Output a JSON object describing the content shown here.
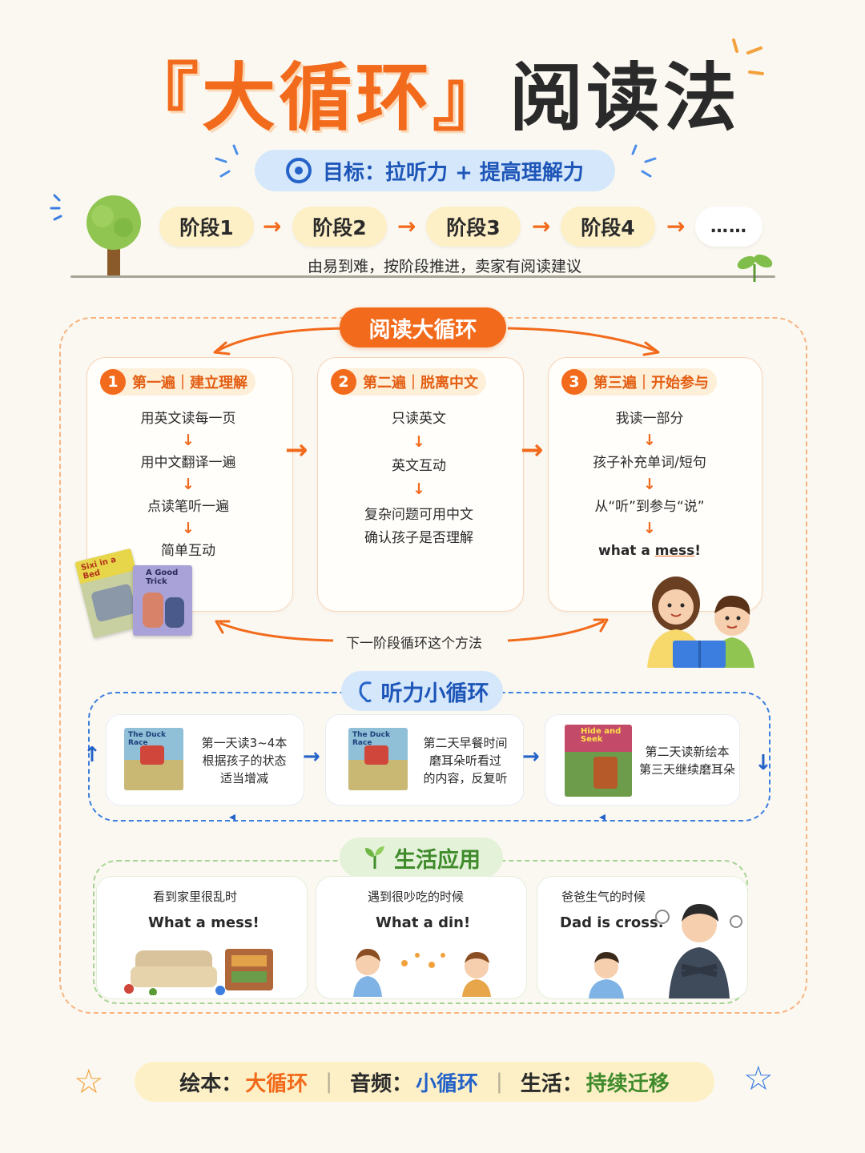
{
  "title": {
    "part1": "『大循环』",
    "part2": "阅读法"
  },
  "goal": {
    "label": "目标：拉听力 + 提高理解力"
  },
  "stages": {
    "items": [
      "阶段1",
      "阶段2",
      "阶段3",
      "阶段4"
    ],
    "more": "……",
    "arrow": "→",
    "note": "由易到难，按阶段推进，卖家有阅读建议"
  },
  "big_loop": {
    "title": "阅读大循环",
    "steps": [
      {
        "num": "1",
        "title": "第一遍｜建立理解",
        "items": [
          "用英文读每一页",
          "用中文翻译一遍",
          "点读笔听一遍",
          "简单互动"
        ]
      },
      {
        "num": "2",
        "title": "第二遍｜脱离中文",
        "items": [
          "只读英文",
          "英文互动",
          "复杂问题可用中文",
          "确认孩子是否理解"
        ]
      },
      {
        "num": "3",
        "title": "第三遍｜开始参与",
        "items": [
          "我读一部分",
          "孩子补充单词/短句",
          "从“听”到参与“说”",
          "what a mess!"
        ]
      }
    ],
    "down_arrow": "↓",
    "next_note": "下一阶段循环这个方法",
    "books": [
      "Sixi in a Bed",
      "A Good Trick"
    ]
  },
  "listening_loop": {
    "title": "听力小循环",
    "cards": [
      {
        "book": "The Duck Race",
        "lines": [
          "第一天读3~4本",
          "根据孩子的状态",
          "适当增减"
        ]
      },
      {
        "book": "The Duck Race",
        "lines": [
          "第二天早餐时间",
          "磨耳朵听看过",
          "的内容，反复听"
        ]
      },
      {
        "book": "Hide and Seek",
        "lines": [
          "第二天读新绘本",
          "第三天继续磨耳朵"
        ]
      }
    ]
  },
  "life": {
    "title": "生活应用",
    "cards": [
      {
        "scene": "看到家里很乱时",
        "phrase": "What a mess!"
      },
      {
        "scene": "遇到很吵吃的时候",
        "phrase": "What a din!"
      },
      {
        "scene": "爸爸生气的时候",
        "phrase": "Dad is cross."
      }
    ]
  },
  "summary": {
    "k1": "绘本：",
    "v1": "大循环",
    "k2": "音频：",
    "v2": "小循环",
    "k3": "生活：",
    "v3": "持续迁移",
    "sep": "|"
  },
  "colors": {
    "orange": "#f26a1b",
    "blue": "#2563c9",
    "green": "#3f8b2b",
    "cream": "#fdf0c6",
    "background": "#fbf8f1"
  },
  "icons": [
    "target-icon",
    "tree-icon",
    "sprout-icon",
    "ear-icon",
    "leaf-icon",
    "star-icon"
  ]
}
